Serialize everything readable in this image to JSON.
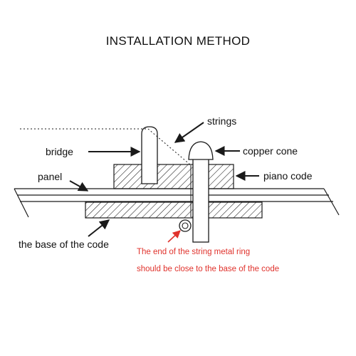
{
  "title": "INSTALLATION METHOD",
  "labels": {
    "strings": "strings",
    "bridge": "bridge",
    "copper_cone": "copper cone",
    "panel": "panel",
    "piano_code": "piano code",
    "base_of_code": "the base of the code"
  },
  "note": {
    "line1": "The end of the string metal ring",
    "line2": "should be close to the base of the code"
  },
  "colors": {
    "line": "#1a1a1a",
    "note_text": "#e0322c",
    "note_arrow": "#e0322c"
  }
}
